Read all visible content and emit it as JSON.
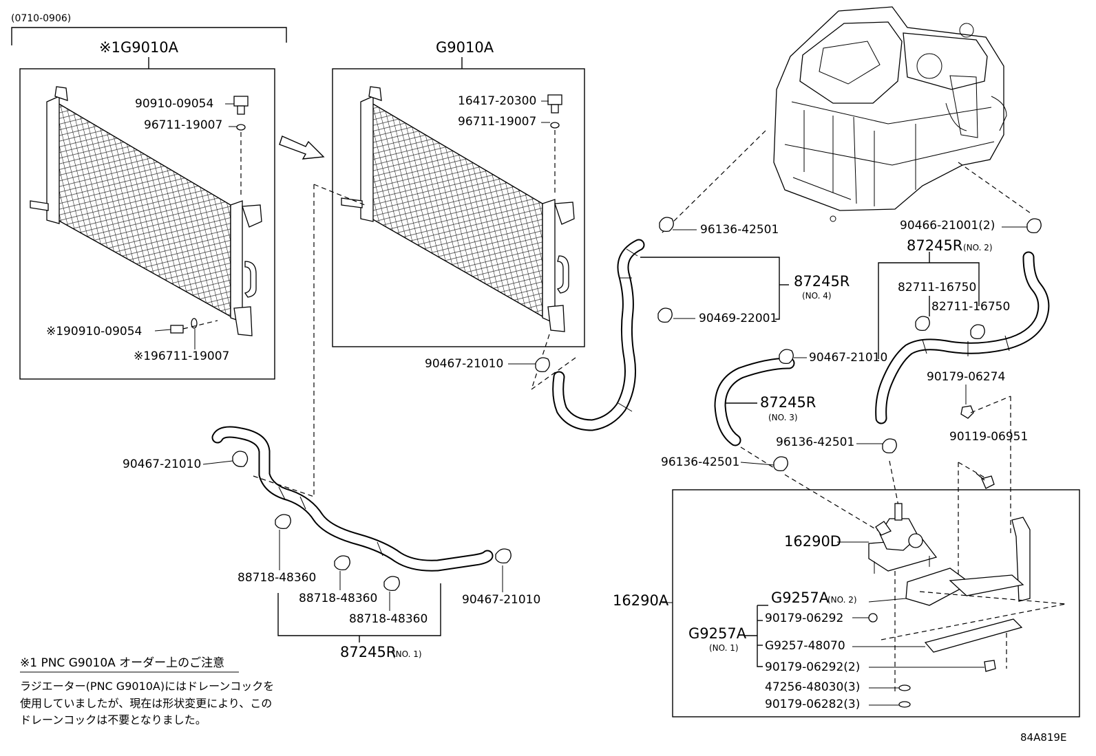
{
  "diagram": {
    "date_range": "(0710-0906)",
    "figure_code": "84A819E",
    "panel_left": {
      "title": "※1G9010A",
      "parts": [
        "90910-09054",
        "96711-19007",
        "※190910-09054",
        "※196711-19007"
      ]
    },
    "panel_mid": {
      "title": "G9010A",
      "parts": [
        "16417-20300",
        "96711-19007"
      ]
    },
    "hose_clips": {
      "clip_90467_a": "90467-21010",
      "clip_90467_b": "90467-21010",
      "clip_90467_c": "90467-21010",
      "clip_90467_d": "90467-21010",
      "clip_88718_a": "88718-48360",
      "clip_88718_b": "88718-48360",
      "clip_88718_c": "88718-48360",
      "clip_96136_a": "96136-42501",
      "clip_96136_b": "96136-42501",
      "clip_96136_c": "96136-42501",
      "clip_90469": "90469-22001",
      "clip_90466": "90466-21001(2)",
      "clip_82711_a": "82711-16750",
      "clip_82711_b": "82711-16750",
      "bolt_90179": "90179-06274",
      "bolt_90119": "90119-06951"
    },
    "hoses": {
      "no1": {
        "pn": "87245R",
        "sub": "(NO. 1)"
      },
      "no2": {
        "pn": "87245R",
        "sub": "(NO. 2)"
      },
      "no3": {
        "pn": "87245R",
        "sub": "(NO. 3)"
      },
      "no4": {
        "pn": "87245R",
        "sub": "(NO. 4)"
      }
    },
    "pump_box": {
      "assembly": "16290A",
      "pump": "16290D",
      "bracket_no2": {
        "pn": "G9257A",
        "sub": "(NO. 2)"
      },
      "bracket_no1": {
        "pn": "G9257A",
        "sub": "(NO. 1)"
      },
      "items": [
        "90179-06292",
        "G9257-48070",
        "90179-06292(2)",
        "47256-48030(3)",
        "90179-06282(3)"
      ]
    },
    "note": {
      "title": "※1 PNC G9010A オーダー上のご注意",
      "lines": [
        "ラジエーター(PNC G9010A)にはドレーンコックを",
        "使用していましたが、現在は形状変更により、この",
        "ドレーンコックは不要となりました。"
      ]
    }
  }
}
